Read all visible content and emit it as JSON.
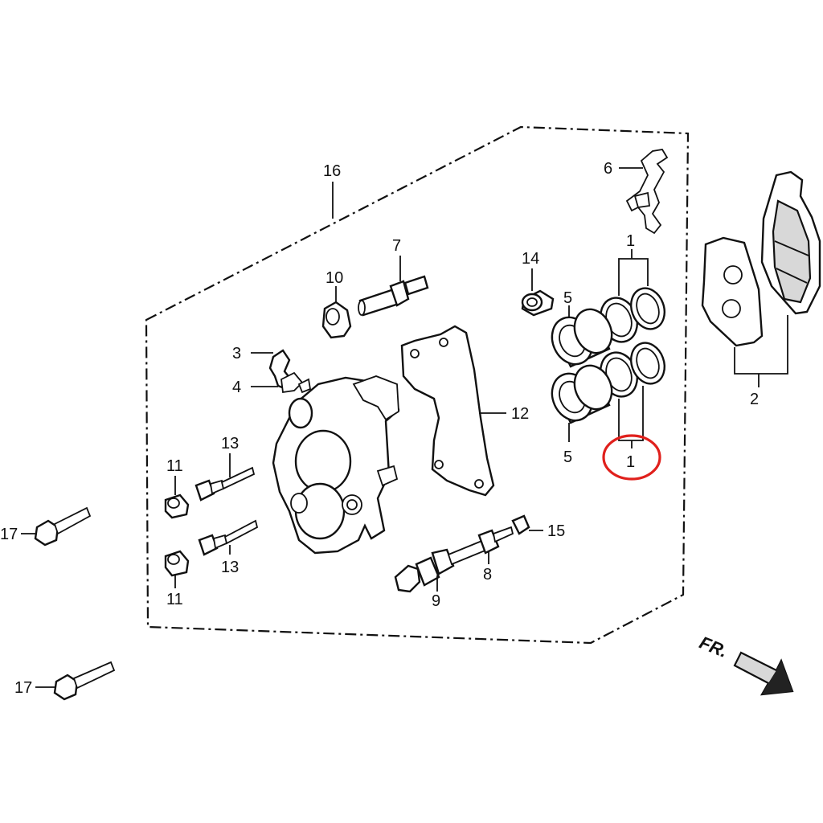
{
  "diagram": {
    "labels": {
      "p1_top": "1",
      "p1_bottom": "1",
      "p2": "2",
      "p3": "3",
      "p4": "4",
      "p5_top": "5",
      "p5_bottom": "5",
      "p6": "6",
      "p7": "7",
      "p8": "8",
      "p9": "9",
      "p10": "10",
      "p11_top": "11",
      "p11_bottom": "11",
      "p12": "12",
      "p13_top": "13",
      "p13_bottom": "13",
      "p14": "14",
      "p15": "15",
      "p16": "16",
      "p17_top": "17",
      "p17_bottom": "17"
    },
    "direction": {
      "text": "FR."
    },
    "highlight": {
      "color": "#e0201c",
      "target": "1"
    }
  }
}
